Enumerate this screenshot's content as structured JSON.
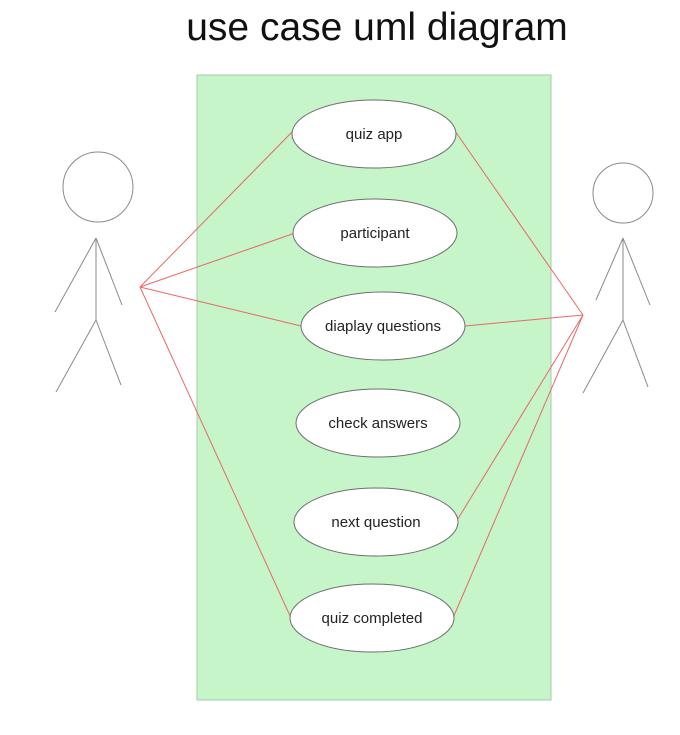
{
  "title": "use case uml diagram",
  "colors": {
    "system_fill": "#c5f5c8",
    "system_stroke": "#a9c9aa",
    "association": "#e8696a",
    "actor_stroke": "#8a8a8a",
    "usecase_stroke": "#6f6f6f"
  },
  "use_cases": [
    {
      "label": "quiz app"
    },
    {
      "label": "participant"
    },
    {
      "label": "diaplay questions"
    },
    {
      "label": "check answers"
    },
    {
      "label": "next question"
    },
    {
      "label": "quiz completed"
    }
  ],
  "associations": {
    "left_actor": [
      0,
      1,
      2,
      5
    ],
    "right_actor": [
      0,
      2,
      4,
      5
    ]
  }
}
